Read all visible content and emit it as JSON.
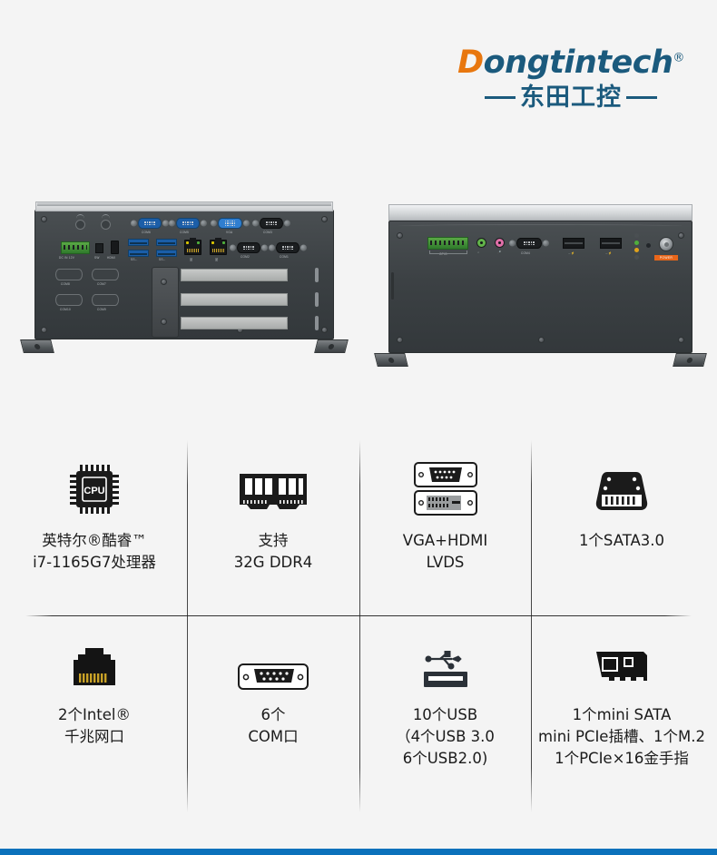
{
  "brand": {
    "name": "Dongtintech",
    "name_first_letter": "D",
    "name_rest": "ongtintech",
    "registered_mark": "®",
    "chinese_name": "东田工控"
  },
  "product_images": {
    "front": {
      "name": "front-panel-view",
      "ports": [
        {
          "label": "DC IN 12V",
          "type": "power-terminal"
        },
        {
          "label": "SW",
          "type": "switch"
        },
        {
          "label": "HDMI",
          "type": "hdmi"
        },
        {
          "label": "SS",
          "type": "usb30"
        },
        {
          "label": "SS",
          "type": "usb30"
        },
        {
          "label": "COM6",
          "type": "db9"
        },
        {
          "label": "COM5",
          "type": "db9"
        },
        {
          "label": "VGA",
          "type": "vga"
        },
        {
          "label": "COM3",
          "type": "db9"
        },
        {
          "label": "COM2",
          "type": "db9"
        },
        {
          "label": "COM1",
          "type": "db9"
        },
        {
          "label": "COM8",
          "type": "blank"
        },
        {
          "label": "COM7",
          "type": "blank"
        },
        {
          "label": "COM10",
          "type": "blank"
        },
        {
          "label": "COM9",
          "type": "blank"
        }
      ]
    },
    "rear": {
      "name": "rear-panel-view",
      "ports": [
        {
          "label": "GPIO",
          "type": "gpio-terminal"
        },
        {
          "label": "",
          "type": "audio-out"
        },
        {
          "label": "",
          "type": "mic-in"
        },
        {
          "label": "COM4",
          "type": "db9"
        },
        {
          "label": "",
          "type": "usb20"
        },
        {
          "label": "",
          "type": "usb20"
        },
        {
          "label": "POWER",
          "type": "power-button"
        }
      ]
    }
  },
  "specs": [
    {
      "id": "cpu",
      "icon": "cpu-chip-icon",
      "icon_text": "CPU",
      "lines": [
        "英特尔®酷睿™",
        "i7-1165G7处理器"
      ]
    },
    {
      "id": "memory",
      "icon": "memory-module-icon",
      "lines": [
        "支持",
        "32G DDR4"
      ]
    },
    {
      "id": "display",
      "icon": "video-connectors-icon",
      "lines": [
        "VGA+HDMI",
        "LVDS"
      ]
    },
    {
      "id": "storage",
      "icon": "sata-connector-icon",
      "lines": [
        "1个SATA3.0"
      ]
    },
    {
      "id": "lan",
      "icon": "rj45-ethernet-icon",
      "lines": [
        "2个Intel®",
        "千兆网口"
      ]
    },
    {
      "id": "serial",
      "icon": "db9-serial-icon",
      "lines": [
        "6个",
        "COM口"
      ]
    },
    {
      "id": "usb",
      "icon": "usb-port-icon",
      "lines": [
        "10个USB",
        "（4个USB 3.0",
        "6个USB2.0)"
      ]
    },
    {
      "id": "expansion",
      "icon": "expansion-card-icon",
      "lines": [
        "1个mini SATA",
        "mini PCIe插槽、1个M.2",
        "1个PCIe×16金手指"
      ]
    }
  ],
  "colors": {
    "background": "#f4f4f4",
    "brand_orange": "#e8770f",
    "brand_blue": "#1b5a7d",
    "bottom_bar": "#0b71bb",
    "text": "#1b1b1b"
  }
}
